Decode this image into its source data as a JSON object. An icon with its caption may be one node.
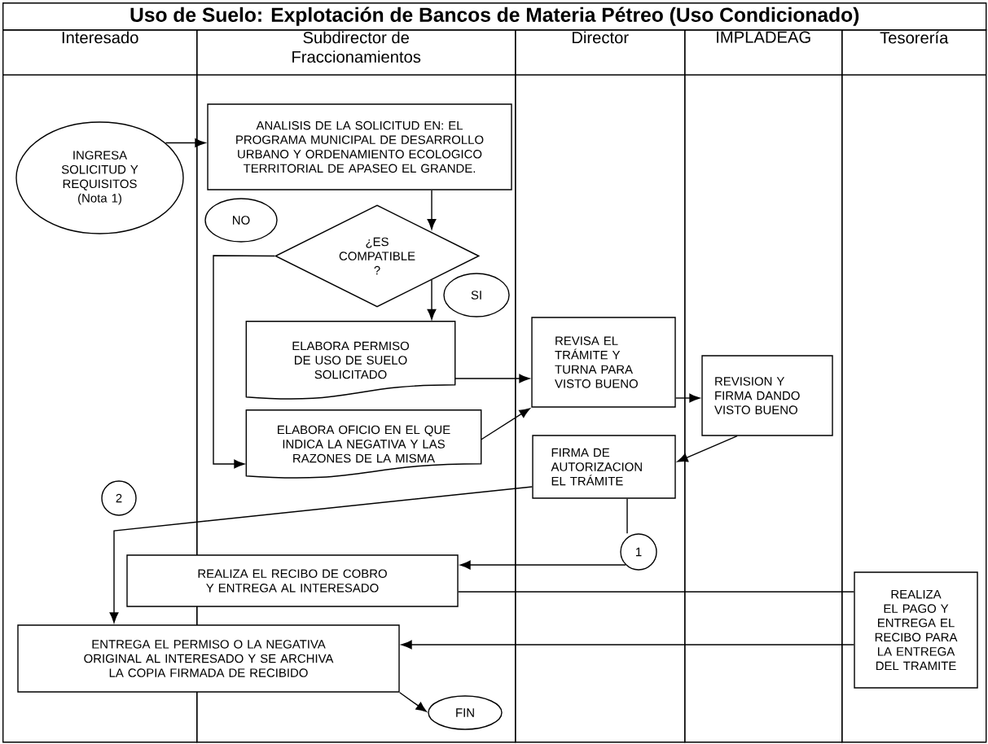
{
  "diagram": {
    "title": "Uso de Suelo: Explotación de Bancos de Materia Pétreo (Uso Condicionado)",
    "nodes": [
      {
        "text": [
          "Interesado"
        ]
      },
      {
        "text": [
          "Subdirector de Fraccionamientos"
        ]
      },
      {
        "text": [
          "Director"
        ]
      },
      {
        "text": [
          "IMPLADEAG"
        ]
      },
      {
        "text": [
          "Tesorería"
        ]
      },
      {
        "text": [
          "INGRESA SOLICITUD Y REQUISITOS (Nota 1)"
        ],
        "in": 0
      },
      {
        "text": [
          "ANALISIS DE LA SOLICITUD EN: EL PROGRAMA MUNICIPAL DE DESARROLLO URBANO Y ORDENAMIENTO ECOLOGICO TERRITORIAL DE APASEO EL GRANDE."
        ],
        "in": 1
      },
      {
        "text": [
          "NO"
        ],
        "in": 1
      },
      {
        "text": [
          "¿ES COMPATIBLE ?"
        ],
        "in": 1
      },
      {
        "text": [
          "SI"
        ],
        "in": 1
      },
      {
        "text": [
          "ELABORA PERMISO DE USO DE SUELO SOLICITADO"
        ],
        "in": 1
      },
      {
        "text": [
          "ELABORA OFICIO EN EL QUE INDICA LA NEGATIVA Y LAS RAZONES DE LA MISMA"
        ],
        "in": 1
      },
      {
        "text": [
          "REVISA EL TRÁMITE Y TURNA PARA VISTO BUENO"
        ],
        "in": 2
      },
      {
        "text": [
          "REVISION Y FIRMA DANDO VISTO BUENO"
        ],
        "in": 3
      },
      {
        "text": [
          "FIRMA DE AUTORIZACION EL TRÁMITE"
        ],
        "in": 2
      },
      {
        "text": [
          "2"
        ],
        "in": 0
      },
      {
        "text": [
          "1"
        ],
        "in": 2
      },
      {
        "text": [
          "REALIZA EL RECIBO DE COBRO Y ENTREGA AL INTERESADO"
        ]
      },
      {
        "text": [
          "REALIZA EL PAGO Y ENTREGA EL RECIBO PARA LA ENTREGA DEL TRAMITE"
        ],
        "in": 4
      },
      {
        "text": [
          "ENTREGA EL PERMISO O LA NEGATIVA ORIGINAL AL INTERESADO Y SE ARCHIVA LA COPIA FIRMADA DE RECIBIDO"
        ]
      },
      {
        "text": [
          "FIN"
        ],
        "in": 1
      }
    ],
    "edges": [
      {
        "from": 5,
        "to": 6,
        "arrow": "to"
      },
      {
        "from": 6,
        "to": 8,
        "arrow": "to"
      },
      {
        "from": 8,
        "to": 10,
        "arrow": "to"
      },
      {
        "from": 8,
        "to": 11,
        "arrow": "to"
      },
      {
        "from": 10,
        "to": 12,
        "arrow": "to"
      },
      {
        "from": 11,
        "to": 12,
        "arrow": "to"
      },
      {
        "from": 12,
        "to": 13,
        "arrow": "to"
      },
      {
        "from": 13,
        "to": 14,
        "arrow": "to"
      },
      {
        "from": 14,
        "to": 19,
        "arrow": "to"
      },
      {
        "from": 14,
        "to": 16,
        "arrow": "none"
      },
      {
        "from": 16,
        "to": 17,
        "arrow": "to"
      },
      {
        "from": 17,
        "to": 18,
        "arrow": "none"
      },
      {
        "from": 18,
        "to": 19,
        "arrow": "to"
      },
      {
        "from": 19,
        "to": 20,
        "arrow": "to"
      }
    ]
  }
}
